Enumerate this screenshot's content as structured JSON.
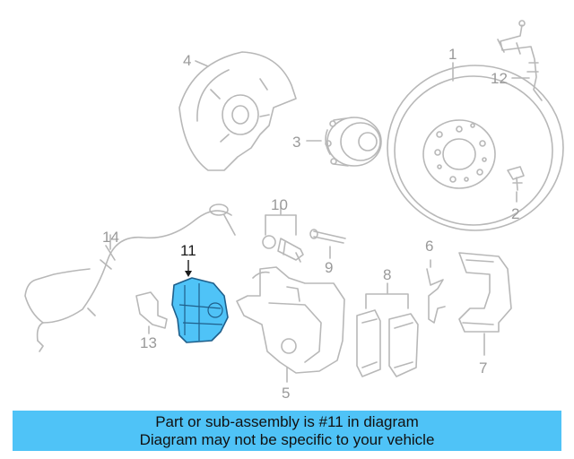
{
  "diagram": {
    "callouts": [
      "1",
      "2",
      "3",
      "4",
      "5",
      "6",
      "7",
      "8",
      "9",
      "10",
      "11",
      "12",
      "13",
      "14"
    ],
    "highlight_color": "#4fc3f7",
    "line_color": "#b8b8b8",
    "highlighted_part": "11"
  },
  "banner": {
    "line1": "Part or sub-assembly is #11 in diagram",
    "line2": "Diagram may not be specific to your vehicle",
    "color": "#4fc3f7"
  }
}
